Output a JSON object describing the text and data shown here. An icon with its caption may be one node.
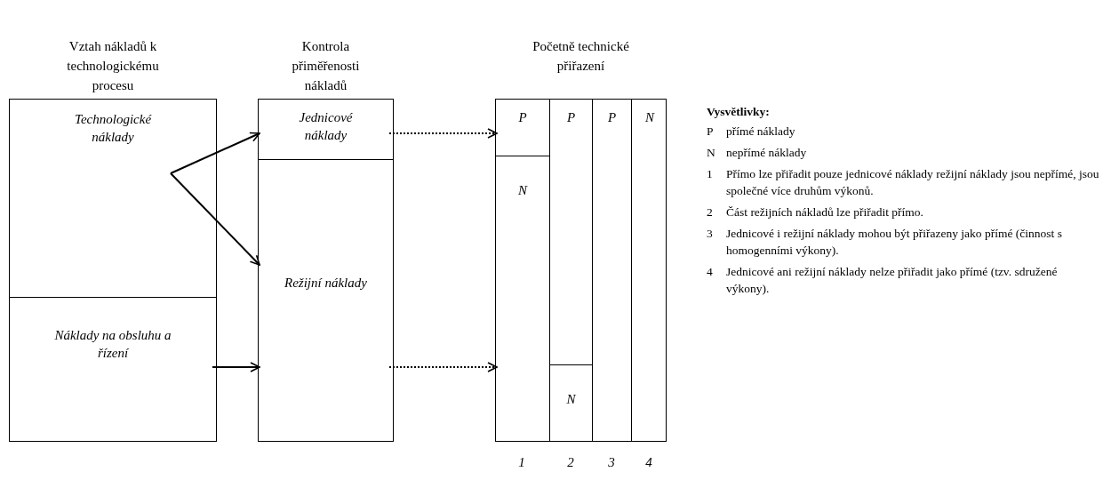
{
  "diagram": {
    "nodes": [
      {
        "text": [
          "Vztah nákladů k technologickému procesu"
        ]
      },
      {
        "text": [
          "Technologické náklady"
        ],
        "in": 0
      },
      {
        "text": [
          "Náklady na obsluhu a řízení"
        ],
        "in": 0
      },
      {
        "text": [
          "Kontrola přiměřenosti nákladů"
        ]
      },
      {
        "text": [
          "Jednicové náklady"
        ],
        "in": 3
      },
      {
        "text": [
          "Režijní náklady"
        ],
        "in": 3
      },
      {
        "text": [
          "Početně technické přiřazení"
        ]
      },
      {
        "text": [
          "P"
        ],
        "in": 6
      },
      {
        "text": [
          "N"
        ],
        "in": 6
      },
      {
        "text": [
          "P"
        ],
        "in": 6
      },
      {
        "text": [
          "N"
        ],
        "in": 6
      },
      {
        "text": [
          "P"
        ],
        "in": 6
      },
      {
        "text": [
          "N"
        ],
        "in": 6
      }
    ],
    "edges": [
      {
        "from": 1,
        "to": 4,
        "arrow": "to"
      },
      {
        "from": 1,
        "to": 5,
        "arrow": "to"
      },
      {
        "from": 2,
        "to": 5,
        "arrow": "to"
      },
      {
        "from": 4,
        "to": 7,
        "arrow": "to",
        "style": "dashed"
      },
      {
        "from": 5,
        "to": 8,
        "arrow": "to",
        "style": "dashed"
      }
    ],
    "labels": [
      "Vysvětlivky:",
      "P",
      "přímé náklady",
      "N",
      "nepřímé náklady",
      "1",
      "Přímo lze přiřadit pouze jednicové náklady režijní náklady jsou nepřímé, jsou společné více druhům výkonů.",
      "2",
      "Část režijních nákladů lze přiřadit přímo.",
      "3",
      "Jednicové i režijní náklady mohou být přiřazeny jako přímé (činnost s homogenními výkony).",
      "4",
      "Jednicové ani režijní náklady nelze přiřadit jako přímé (tzv. sdružené výkony).",
      "1",
      "2",
      "3",
      "4"
    ]
  }
}
